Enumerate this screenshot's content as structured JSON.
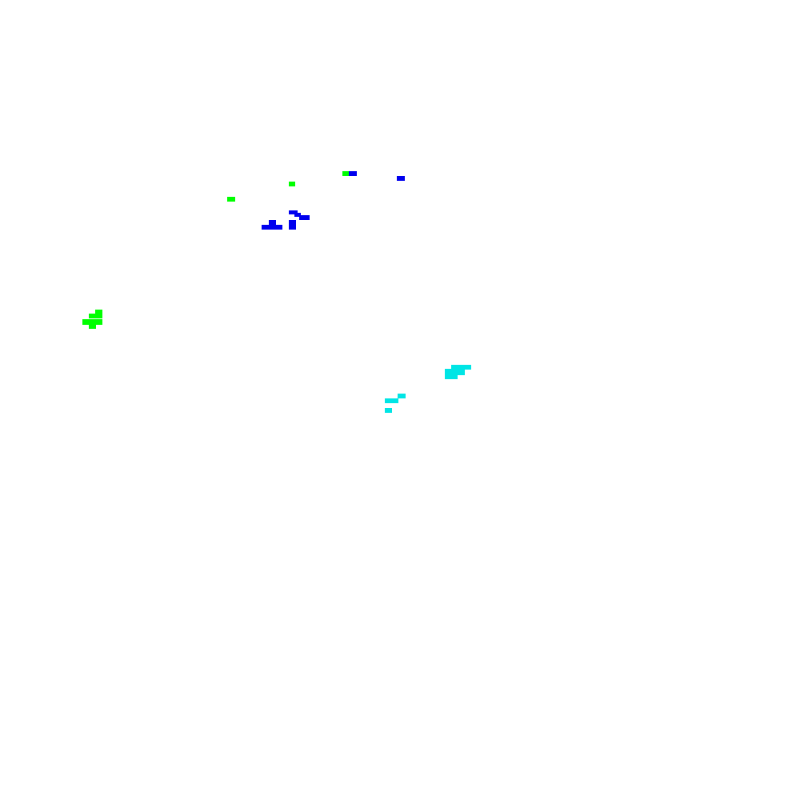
{
  "background": "#ffffff",
  "blobs": [
    {
      "name": "green-blob",
      "color": "#00ff00"
    },
    {
      "name": "blue-blob",
      "color": "#0000ee"
    },
    {
      "name": "cyan-blob",
      "color": "#00e5e5"
    }
  ]
}
